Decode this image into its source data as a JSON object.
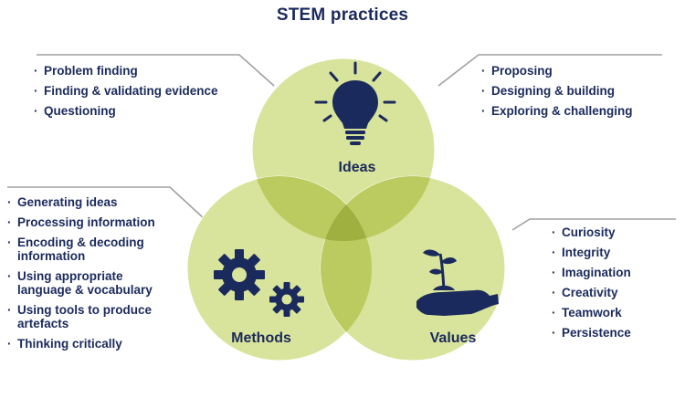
{
  "title": "STEM practices",
  "colors": {
    "navy": "#1b2a5c",
    "circle_fill": "#d8e39b",
    "overlap_two": "#bccb5f",
    "overlap_three": "#9fb041",
    "line": "#a0a0a0"
  },
  "circles": {
    "ideas": {
      "label": "Ideas",
      "icon": "lightbulb-icon"
    },
    "methods": {
      "label": "Methods",
      "icon": "gears-icon"
    },
    "values": {
      "label": "Values",
      "icon": "plant-in-hand-icon"
    }
  },
  "lists": {
    "ideas_left": [
      "Problem finding",
      "Finding & validating evidence",
      "Questioning"
    ],
    "ideas_right": [
      "Proposing",
      "Designing & building",
      "Exploring & challenging"
    ],
    "methods": [
      "Generating ideas",
      "Processing information",
      "Encoding & decoding information",
      "Using appropriate language & vocabulary",
      "Using tools to produce artefacts",
      "Thinking critically"
    ],
    "values": [
      "Curiosity",
      "Integrity",
      "Imagination",
      "Creativity",
      "Teamwork",
      "Persistence"
    ]
  }
}
